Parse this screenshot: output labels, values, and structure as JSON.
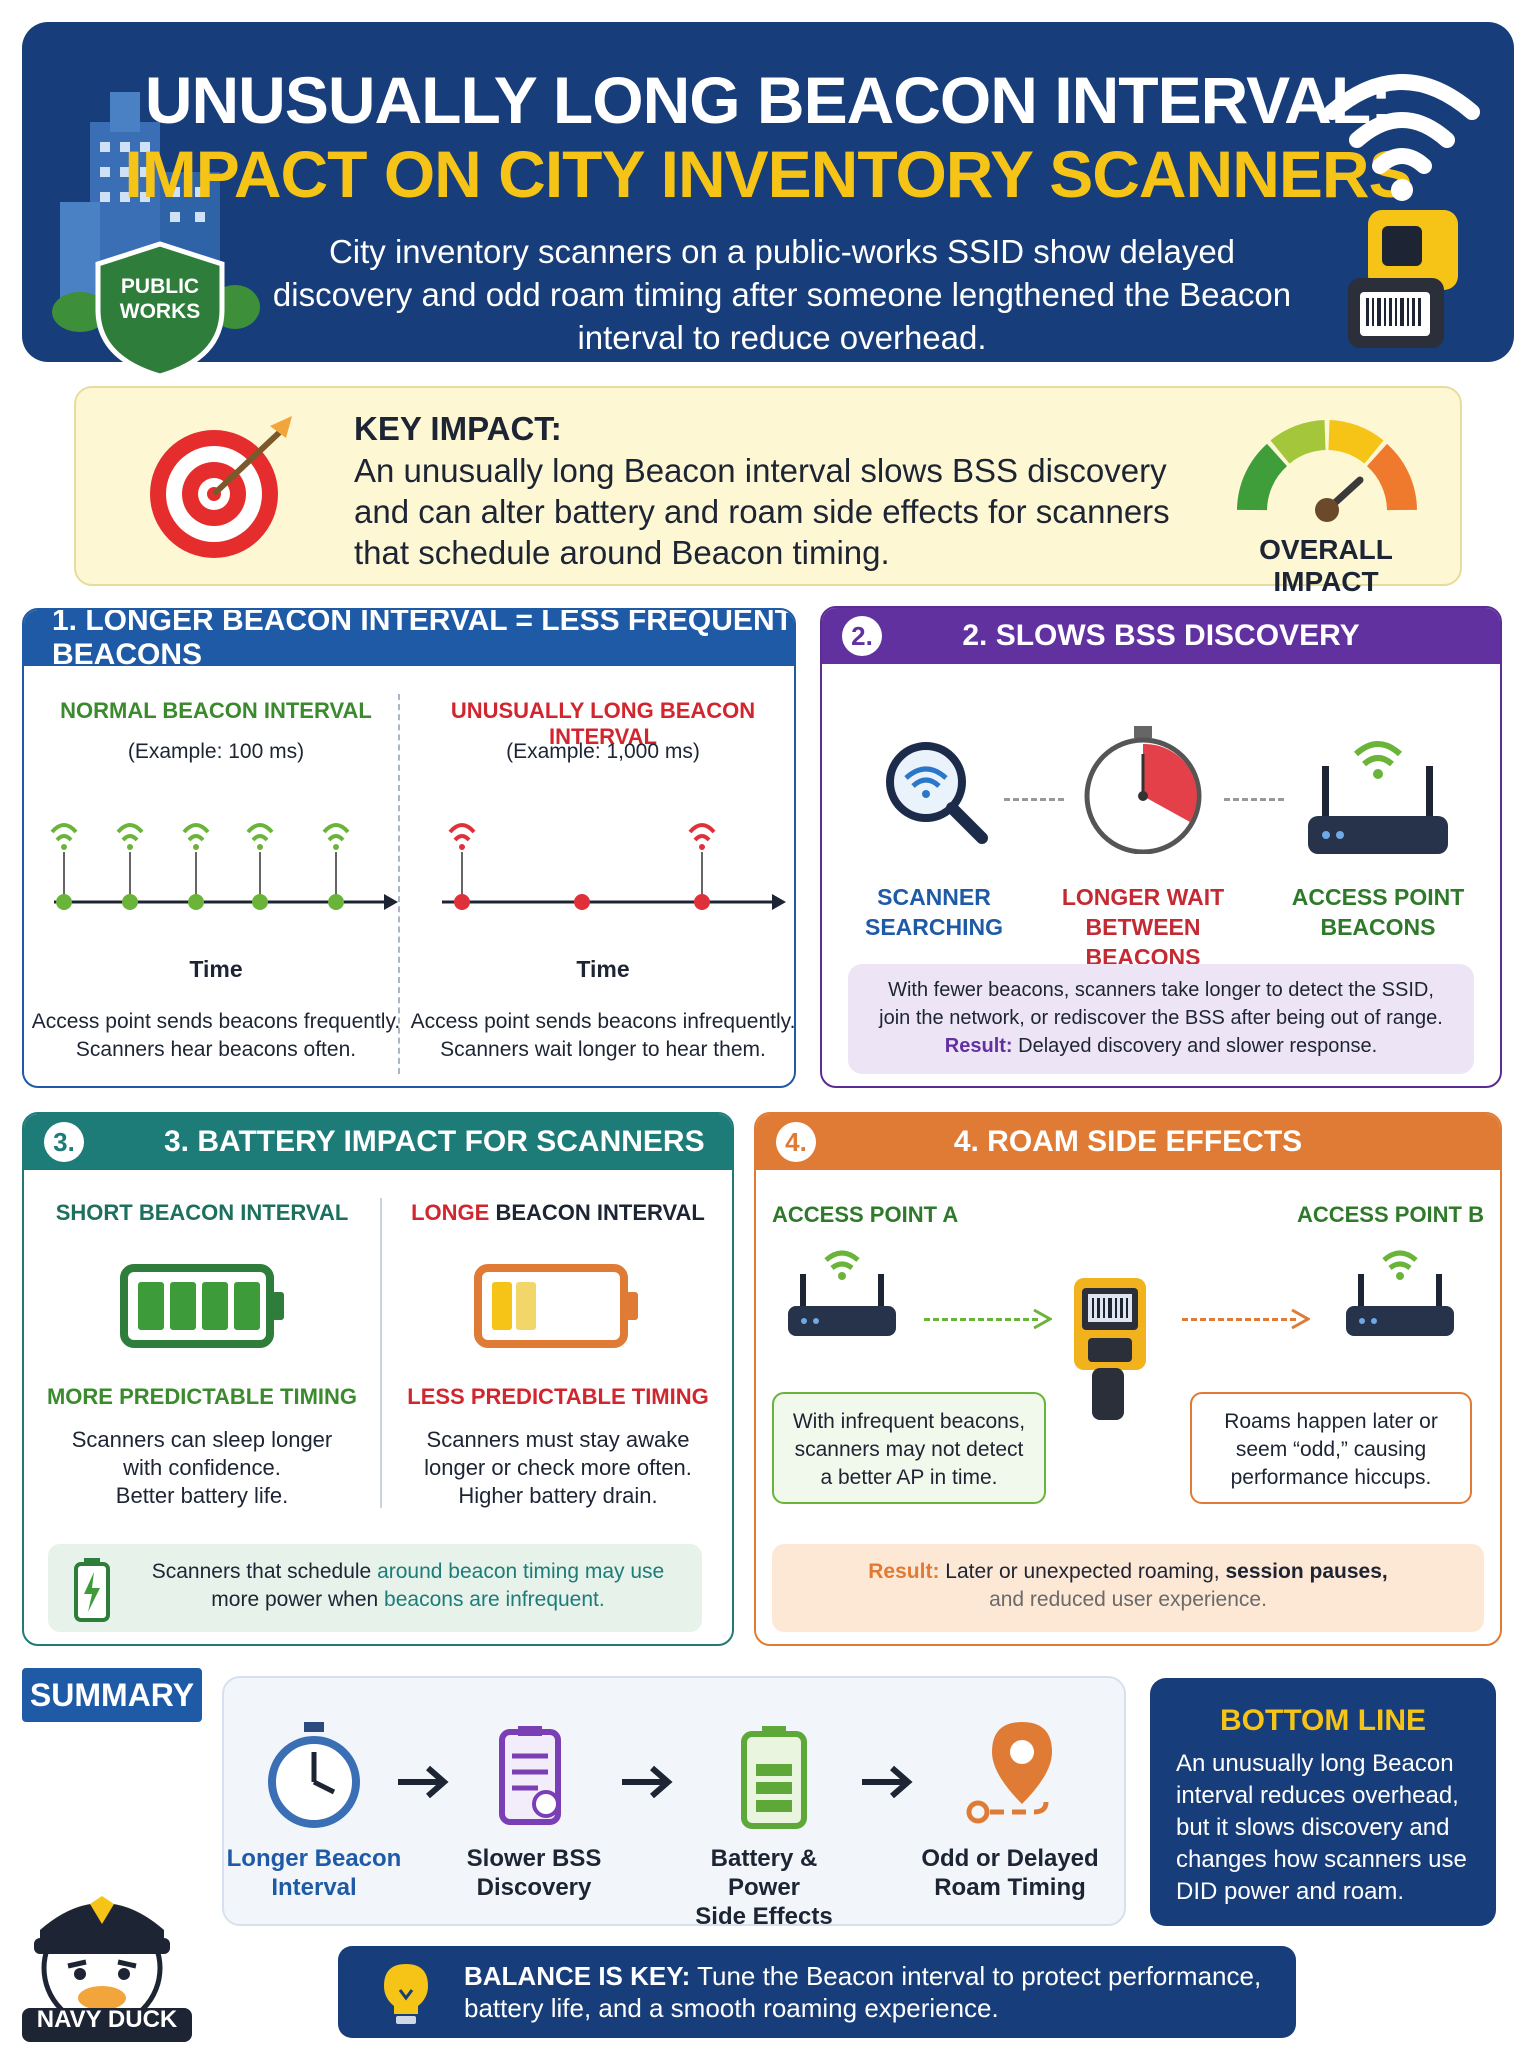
{
  "header": {
    "title_line1": "UNUSUALLY LONG BEACON INTERVAL:",
    "title_line2": "IMPACT ON CITY INVENTORY SCANNERS",
    "subtitle": "City inventory scanners on a public-works SSID show delayed discovery and odd roam timing after someone lengthened the Beacon interval to reduce overhead.",
    "badge_line1": "PUBLIC",
    "badge_line2": "WORKS"
  },
  "key_impact": {
    "title": "KEY IMPACT:",
    "text": "An unusually long Beacon interval slows BSS discovery and can alter battery and roam side effects for scanners that schedule around Beacon timing.",
    "gauge_label": "OVERALL IMPACT"
  },
  "panel1": {
    "title": "1. LONGER BEACON INTERVAL = LESS FREQUENT BEACONS",
    "normal_label": "NORMAL BEACON INTERVAL",
    "normal_example": "(Example: 100 ms)",
    "long_label": "UNUSUALLY LONG BEACON INTERVAL",
    "long_example": "(Example: 1,000 ms)",
    "time_label": "Time",
    "normal_caption_1": "Access point sends beacons frequently.",
    "normal_caption_2": "Scanners hear beacons often.",
    "long_caption_1": "Access point sends beacons infrequently.",
    "long_caption_2": "Scanners wait longer to hear them."
  },
  "panel2": {
    "badge": "2.",
    "title": "2. SLOWS BSS DISCOVERY",
    "scanner_1": "SCANNER",
    "scanner_2": "SEARCHING",
    "wait_1": "LONGER WAIT",
    "wait_2": "BETWEEN BEACONS",
    "ap_1": "ACCESS POINT",
    "ap_2": "BEACONS",
    "note_1": "With fewer beacons, scanners take longer to detect the SSID,",
    "note_2": "join the network, or rediscover the BSS after being out of range.",
    "result_label": "Result:",
    "result_text": "Delayed discovery and slower response."
  },
  "panel3": {
    "badge": "3.",
    "title": "3. BATTERY IMPACT FOR SCANNERS",
    "short_label": "SHORT BEACON INTERVAL",
    "long_label_a": "LONGE",
    "long_label_b": " BEACON INTERVAL",
    "short_timing": "MORE PREDICTABLE TIMING",
    "short_text_1": "Scanners can sleep longer",
    "short_text_2": "with confidence.",
    "short_text_3": "Better battery life.",
    "long_timing": "LESS PREDICTABLE TIMING",
    "long_text_1": "Scanners must stay awake",
    "long_text_2": "longer or check more often.",
    "long_text_3": "Higher battery drain.",
    "note_a": "Scanners that schedule ",
    "note_b": "around beacon timing may use",
    "note_c": "more power when ",
    "note_d": "beacons are infrequent."
  },
  "panel4": {
    "badge": "4.",
    "title": "4. ROAM SIDE EFFECTS",
    "ap_a": "ACCESS POINT A",
    "ap_b": "ACCESS POINT B",
    "left_note_1": "With infrequent beacons,",
    "left_note_2": "scanners may not detect",
    "left_note_3": "a better AP in time.",
    "right_note_1": "Roams happen later or",
    "right_note_2": "seem “odd,” causing",
    "right_note_3": "performance hiccups.",
    "result_label": "Result:",
    "result_a": " Later or unexpected roaming, ",
    "result_b": "session pauses,",
    "result_c": "and reduced user experience."
  },
  "summary": {
    "tab": "SUMMARY",
    "step1_1": "Longer Beacon",
    "step1_2": "Interval",
    "step2_1": "Slower BSS",
    "step2_2": "Discovery",
    "step3_1": "Battery & Power",
    "step3_2": "Side Effects",
    "step4_1": "Odd or Delayed",
    "step4_2": "Roam Timing"
  },
  "bottom_line": {
    "title": "BOTTOM LINE",
    "text": "An unusually long Beacon interval reduces overhead, but it slows discovery and changes how scanners use DID power and roam."
  },
  "balance": {
    "bold": "BALANCE IS KEY:",
    "text": " Tune the Beacon interval to protect performance, battery life, and a smooth roaming experience."
  },
  "mascot": {
    "label": "NAVY DUCK"
  },
  "colors": {
    "navy": "#173d7a",
    "yellow": "#f6c416",
    "blue": "#1e5aa5",
    "purple": "#6231a0",
    "teal": "#1d7c78",
    "orange": "#e07b35",
    "green": "#3b8a2d",
    "red": "#d2262f"
  }
}
